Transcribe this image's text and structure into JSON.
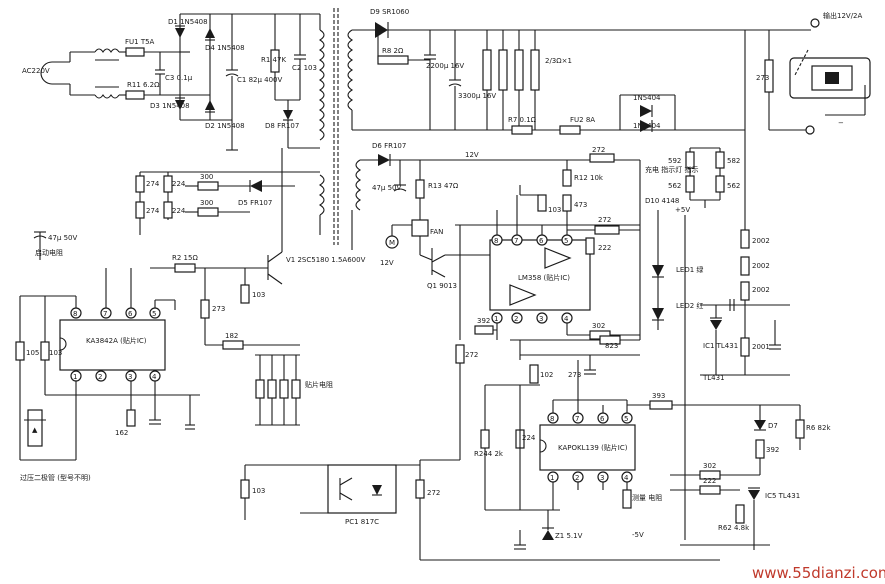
{
  "labels": {
    "ac_in": "AC220V",
    "fu1": "FU1 T5A",
    "r11": "R11 6.2Ω",
    "c3": "C3 0.1μ",
    "d1": "D1 1N5408",
    "d4": "D4 1N5408",
    "d3": "D3 1N5408",
    "d2": "D2 1N5408",
    "c1": "C1 82μ 400V",
    "r1": "R1 47K",
    "c2": "C2 103",
    "d8": "D8 FR107",
    "r274a": "274",
    "r224a": "224",
    "r274b": "274",
    "r224b": "224",
    "r300a": "300",
    "r300b": "300",
    "d5": "D5 FR107",
    "c_start": "47μ 50V",
    "start_cap": "启动电阻",
    "r2": "R2 15Ω",
    "v1": "V1 2SC5180 1.5A600V",
    "r103a": "103",
    "r273a": "273",
    "r182a": "182",
    "ka3842": "KA3842A (贴片IC)",
    "r105": "105",
    "r103b": "103",
    "r162": "162",
    "smd_res": "贴片电阻",
    "overtemp": "过压二极管 (型号不明)",
    "r103c": "103",
    "pc1": "PC1 817C",
    "r272a": "272",
    "d9_top": "D9 SR1060",
    "r8": "R8 2Ω",
    "c_3300": "3300μ 16V",
    "c_2200": "2200μ 16V",
    "r2a": "2/3Ω×1",
    "r7": "R7 0.1Ω",
    "fu2": "FU2 8A",
    "d_1n5404a": "1N5404",
    "d_1n5404b": "1N5404",
    "r273b": "273",
    "out_label": "输出12V/2A",
    "d6": "D6 FR107",
    "r13": "R13 47Ω",
    "c_47": "47μ 50V",
    "v12": "12V",
    "c_rail": "12V",
    "r272b": "272",
    "r12": "R12 10k",
    "r473": "473",
    "c103d": "103",
    "fan": "FAN",
    "q1": "Q1 9013",
    "ic_lm358": "LM358 (贴片IC)",
    "r222": "222",
    "r392a": "392",
    "r302a": "302",
    "r823": "823",
    "r272c": "272",
    "r592": "592",
    "r562": "562",
    "r562b": "562",
    "r582": "582",
    "charge_note": "充电 指示灯 指示",
    "d10": "D10 4148",
    "led1": "LED1 绿",
    "led2": "LED2 红",
    "v5": "+5V",
    "r2002a": "2002",
    "r2002b": "2002",
    "r2002c": "2002",
    "ic1": "IC1 TL431",
    "r2001": "2001",
    "r102": "102",
    "r273c": "273",
    "r393": "393",
    "kapo": "KAPOKL139 (贴片IC)",
    "r244": "R244 2k",
    "r224c": "224",
    "detect": "测量 电阻",
    "r6": "R6 82k",
    "d7": "D7",
    "r392b": "392",
    "r302b": "302",
    "r222b": "222",
    "tl431b": "IC5 TL431",
    "r62": "R62 4.8k",
    "z1": "Z1 5.1V",
    "v5b": "-5V",
    "gnd_label": "≡",
    "watermark": "www.55dianzi.com"
  }
}
